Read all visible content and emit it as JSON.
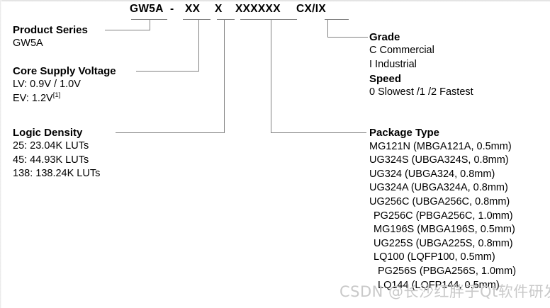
{
  "diagram": {
    "part_number_segments": [
      "GW5A",
      "-",
      "XX",
      "X",
      "XXXXXX",
      "CX/IX"
    ],
    "blocks": {
      "product_series": {
        "title": "Product Series",
        "lines": [
          "GW5A"
        ]
      },
      "core_supply_voltage": {
        "title": "Core Supply Voltage",
        "lines": [
          "LV: 0.9V / 1.0V",
          "EV: 1.2V"
        ],
        "footnote_marker": "[1]"
      },
      "logic_density": {
        "title": "Logic Density",
        "lines": [
          "25: 23.04K LUTs",
          "45: 44.93K LUTs",
          "138: 138.24K LUTs"
        ]
      },
      "grade": {
        "title": "Grade",
        "lines": [
          "C Commercial",
          "I Industrial"
        ]
      },
      "speed": {
        "title": "Speed",
        "lines": [
          "0 Slowest /1 /2 Fastest"
        ]
      },
      "package_type": {
        "title": "Package Type",
        "lines": [
          "MG121N (MBGA121A, 0.5mm)",
          "UG324S (UBGA324S, 0.8mm)",
          "UG324   (UBGA324, 0.8mm)",
          "UG324A (UBGA324A, 0.8mm)",
          "UG256C (UBGA256C, 0.8mm)",
          "PG256C (PBGA256C, 1.0mm)",
          "MG196S (MBGA196S, 0.5mm)",
          "UG225S (UBGA225S, 0.8mm)",
          "LQ100   (LQFP100, 0.5mm)",
          "PG256S (PBGA256S, 1.0mm)",
          "LQ144   (LQFP144, 0.5mm)"
        ]
      }
    },
    "colors": {
      "text": "#000000",
      "leader_line": "#808080",
      "background": "#ffffff",
      "watermark": "#c9c9c9"
    }
  },
  "watermark": {
    "text": "CSDN @长沙红胖子Qt软件研发"
  }
}
